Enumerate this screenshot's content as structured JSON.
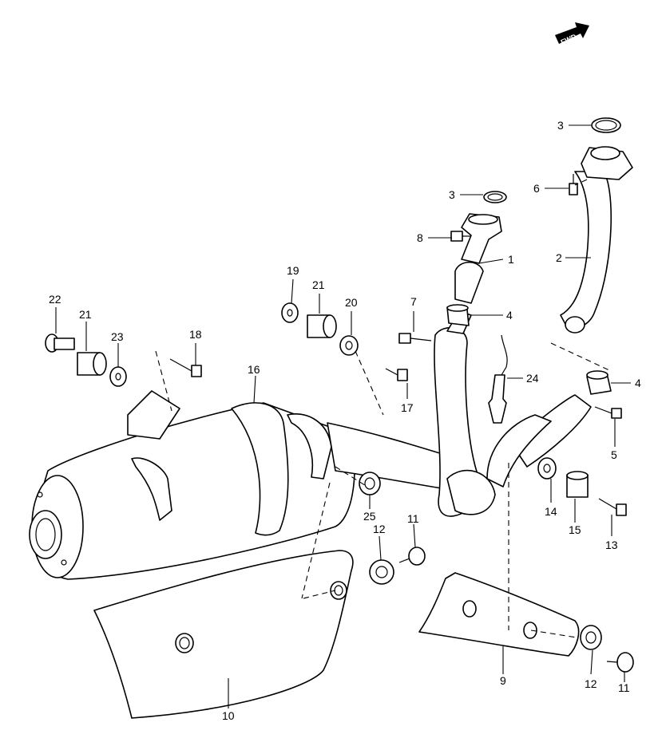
{
  "direction_marker": {
    "text": "FWD"
  },
  "callouts": [
    "1",
    "2",
    "3",
    "3",
    "4",
    "4",
    "5",
    "6",
    "7",
    "8",
    "9",
    "10",
    "11",
    "11",
    "12",
    "12",
    "13",
    "14",
    "15",
    "16",
    "17",
    "18",
    "19",
    "20",
    "21",
    "21",
    "22",
    "23",
    "24",
    "25"
  ]
}
